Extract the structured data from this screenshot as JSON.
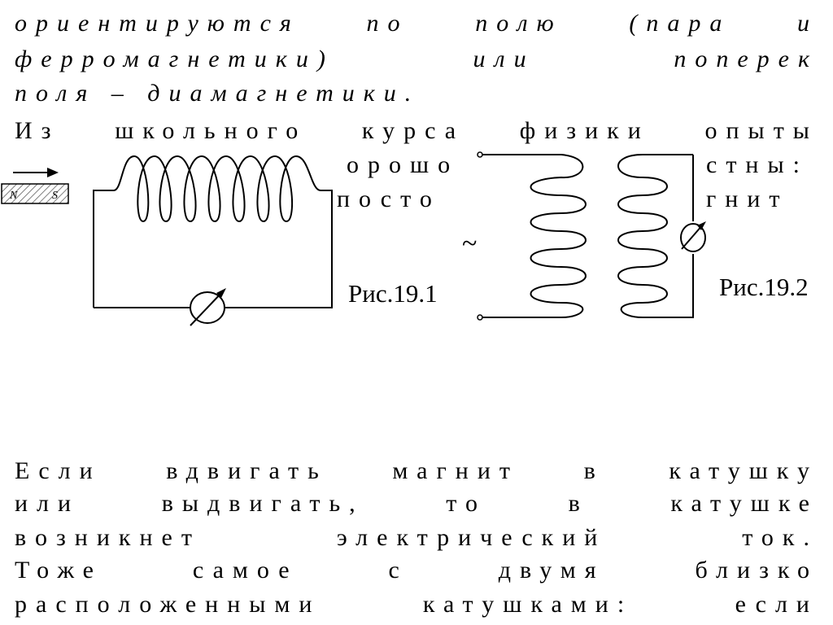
{
  "top_italic": {
    "line1": [
      "ориентируются",
      "по",
      "полю",
      "(пара",
      "и"
    ],
    "line2": [
      "ферромагнетики)",
      "или",
      "поперек"
    ],
    "line3": "поля – диамагнетики."
  },
  "intro": {
    "line1": [
      "Из",
      "школьного",
      "курса",
      "физики",
      "опыты"
    ],
    "frag_a": "орошо",
    "frag_b": "стны:",
    "frag_c": "посто",
    "frag_d": "гнит"
  },
  "figures": {
    "fig1_caption": "Рис.19.1",
    "fig2_caption": "Рис.19.2",
    "magnet_n": "N",
    "magnet_s": "S",
    "ac_symbol": "~"
  },
  "bottom_text": {
    "line1": [
      "Если",
      "вдвигать",
      "магнит",
      "в",
      "катушку"
    ],
    "line2": [
      "или",
      "выдвигать,",
      "то",
      "в",
      "катушке"
    ],
    "line3": [
      "возникнет",
      "электрический",
      "ток."
    ],
    "line4": [
      "Тоже",
      "самое",
      "с",
      "двумя",
      "близко"
    ],
    "line5": [
      "расположенными",
      "катушками:",
      "если"
    ]
  }
}
